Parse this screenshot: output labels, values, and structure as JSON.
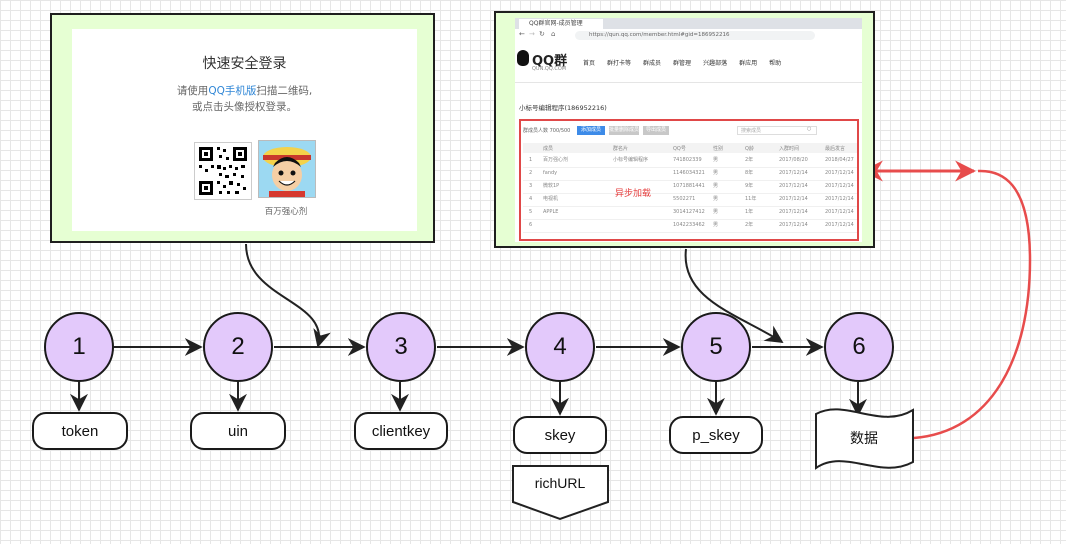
{
  "login_panel": {
    "title": "快速安全登录",
    "hint_line1_prefix": "请使用",
    "hint_line1_link": "QQ手机版",
    "hint_line1_suffix": "扫描二维码,",
    "hint_line2": "或点击头像授权登录。",
    "avatar_name": "百万强心剂"
  },
  "browser_panel": {
    "tab_title": "QQ群官网-成员管理",
    "url": "https://qun.qq.com/member.html#gid=186952216",
    "logo": "QQ群",
    "logo_sub": "QUN.QQ.COM",
    "nav_items": [
      "首页",
      "群打卡等",
      "群成员",
      "群管理",
      "兴趣部落",
      "群应用",
      "帮助"
    ],
    "group_title": "小标号编辑程序(186952216)",
    "member_count": "群成员人数 700/500",
    "toolbar_buttons": [
      "添加成员",
      "批量删除成员",
      "导出成员"
    ],
    "search_placeholder": "搜索成员",
    "async_label": "异步加载",
    "table_headers": [
      "成员",
      "群名片",
      "QQ号",
      "性别",
      "Q龄",
      "入群时间",
      "最后发言"
    ],
    "rows": [
      [
        "1",
        "百万强心剂",
        "小标号编辑程序",
        "741802339",
        "男",
        "2年",
        "2017/08/20",
        "2018/04/27"
      ],
      [
        "2",
        "fandy",
        "",
        "1146034321",
        "男",
        "8年",
        "2017/12/14",
        "2017/12/14"
      ],
      [
        "3",
        "微软1P",
        "",
        "1071881441",
        "男",
        "9年",
        "2017/12/14",
        "2017/12/14"
      ],
      [
        "4",
        "电视机",
        "",
        "5502271",
        "男",
        "11年",
        "2017/12/14",
        "2017/12/14"
      ],
      [
        "5",
        "APPLE",
        "",
        "3014127412",
        "男",
        "1年",
        "2017/12/14",
        "2017/12/14"
      ],
      [
        "6",
        "",
        "",
        "1042233462",
        "男",
        "2年",
        "2017/12/14",
        "2017/12/14"
      ]
    ]
  },
  "nodes": [
    "1",
    "2",
    "3",
    "4",
    "5",
    "6"
  ],
  "labels": {
    "token": "token",
    "uin": "uin",
    "clientkey": "clientkey",
    "skey": "skey",
    "richURL": "richURL",
    "p_skey": "p_skey",
    "data": "数据"
  },
  "colors": {
    "node_fill": "#e3c9fb",
    "panel_fill": "#e6ffd3",
    "highlight_arrow": "#e74c4c"
  }
}
